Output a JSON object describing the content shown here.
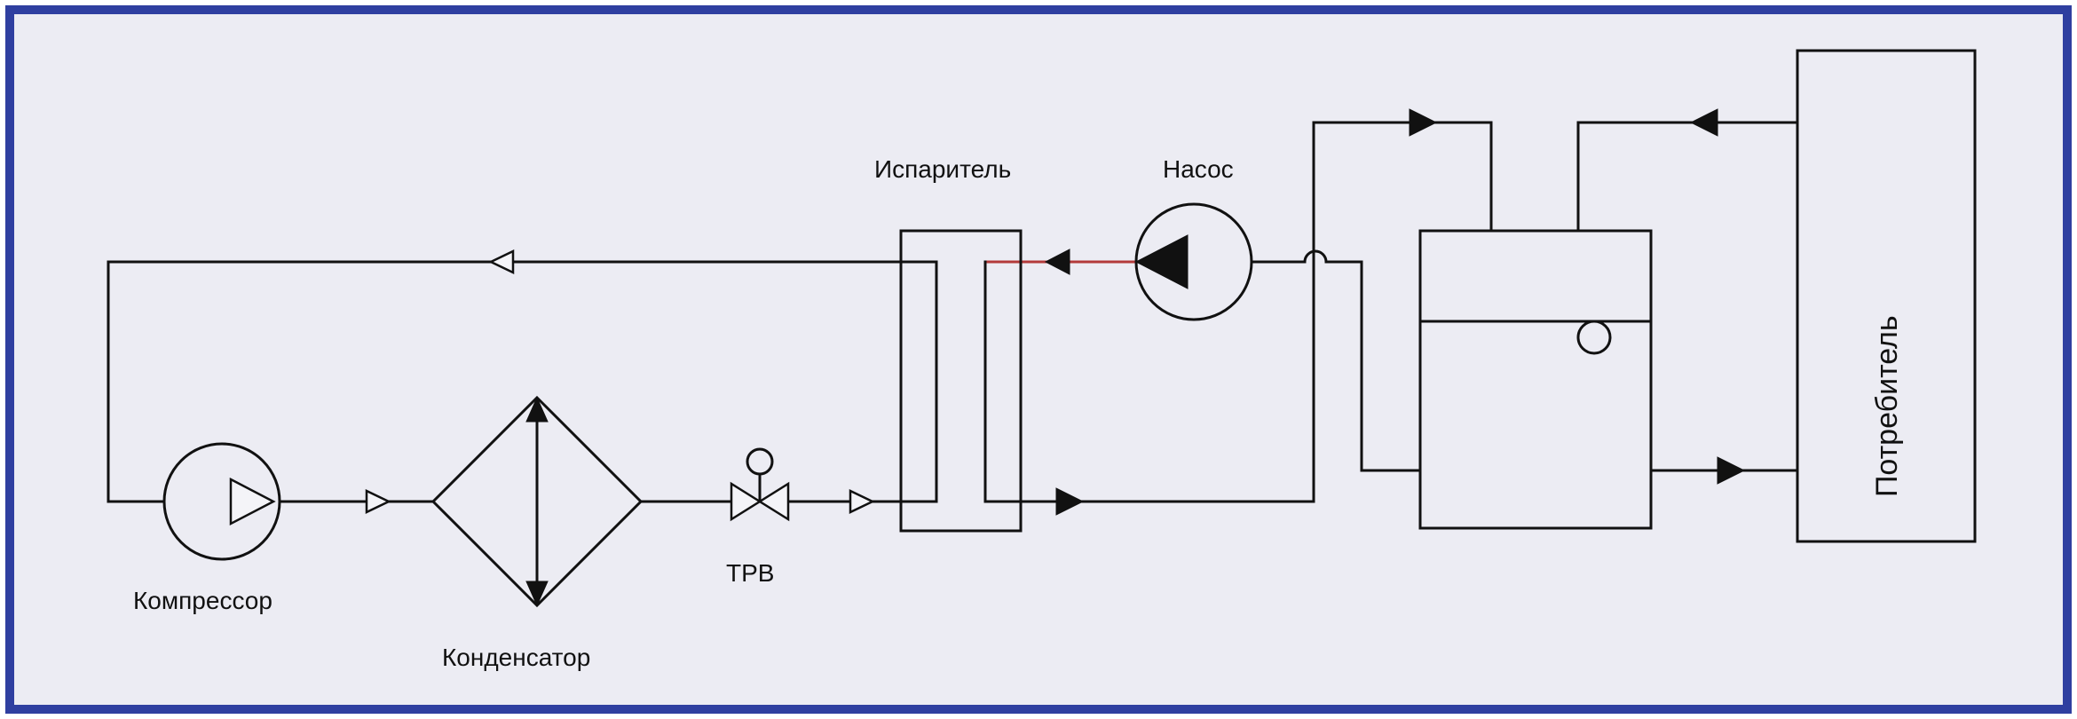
{
  "diagram": {
    "title": "Refrigeration cycle with pump and consumer",
    "colors": {
      "frame": "#2f3fa0",
      "background": "#ececf3",
      "line": "#111111",
      "accent_line": "#b33a3a"
    },
    "labels": {
      "compressor": "Компрессор",
      "condenser": "Конденсатор",
      "txv": "ТРВ",
      "evaporator": "Испаритель",
      "pump": "Насос",
      "consumer": "Потребитель"
    }
  }
}
